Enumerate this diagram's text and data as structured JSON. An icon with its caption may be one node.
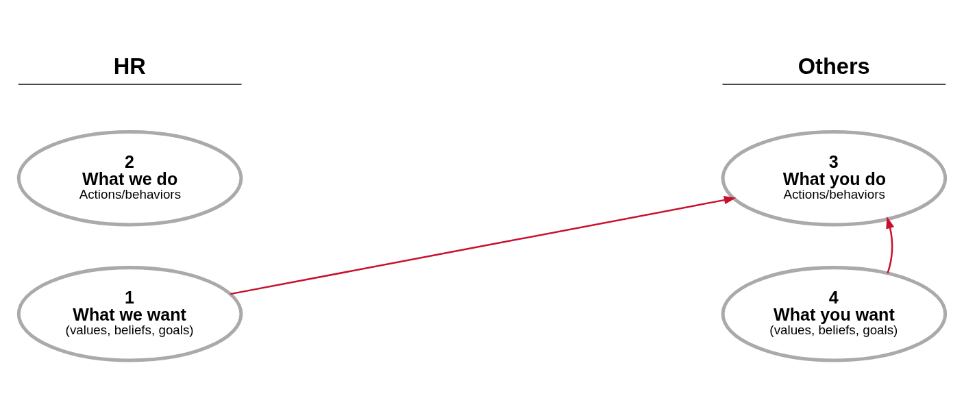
{
  "diagram": {
    "nodes": [
      {
        "text": [
          "2",
          "What we do",
          "Actions/behaviors"
        ]
      },
      {
        "text": [
          "3",
          "What you do",
          "Actions/behaviors"
        ]
      },
      {
        "text": [
          "1",
          "What we want",
          "(values, beliefs, goals)"
        ]
      },
      {
        "text": [
          "4",
          "What you want",
          "(values, beliefs, goals)"
        ]
      }
    ],
    "edges": [
      {
        "from": 2,
        "to": 1,
        "arrow": "to",
        "color": "#c8102e"
      },
      {
        "from": 3,
        "to": 1,
        "arrow": "to",
        "color": "#c8102e"
      }
    ],
    "labels": [
      "HR",
      "Others"
    ]
  }
}
